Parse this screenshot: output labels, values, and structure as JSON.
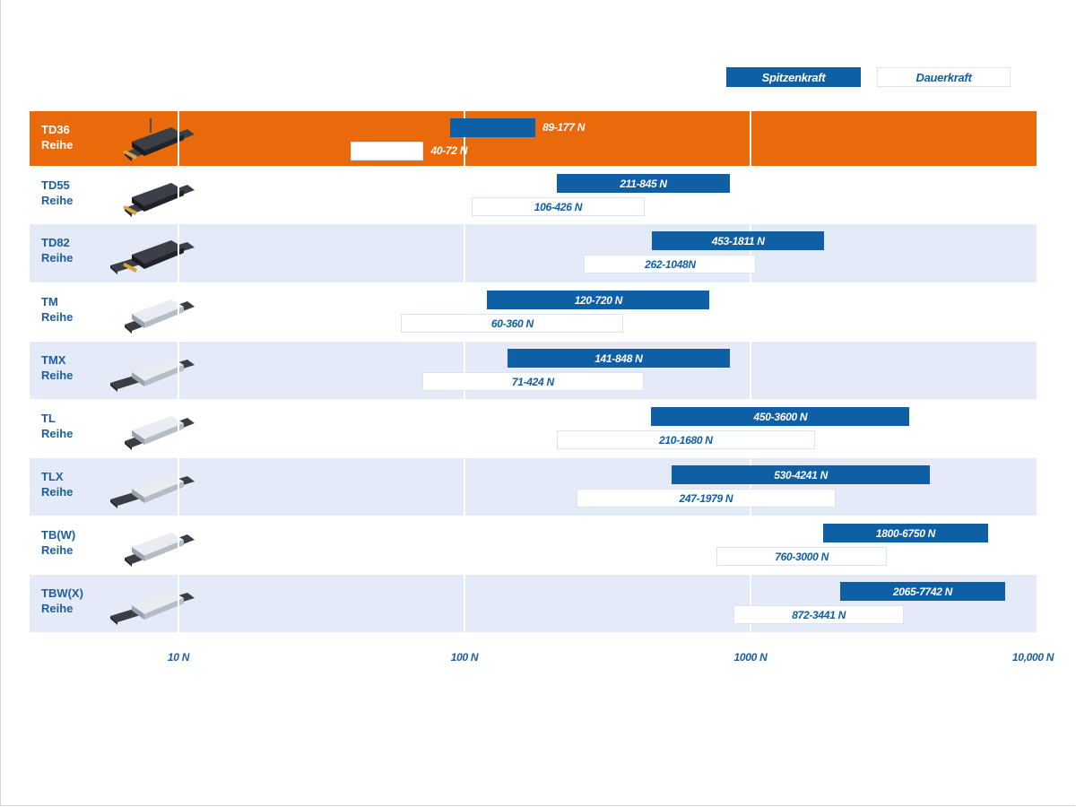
{
  "colors": {
    "peak": "#0e5fa4",
    "highlight_row": "#ea6a0b",
    "alt_row": "#e4eaf7",
    "plain_row": "#ffffff",
    "text_blue": "#1d5ea0"
  },
  "legend": {
    "peak_label": "Spitzenkraft",
    "continuous_label": "Dauerkraft"
  },
  "chart_data": {
    "type": "bar",
    "orientation": "horizontal",
    "x_scale": "log",
    "xlim": [
      10,
      10000
    ],
    "xticks": [
      "10 N",
      "100 N",
      "1000 N",
      "10,000 N"
    ],
    "grid": true,
    "legend_position": "top-right",
    "series": [
      {
        "name": "Spitzenkraft",
        "ranges": [
          [
            89,
            177
          ],
          [
            211,
            845
          ],
          [
            453,
            1811
          ],
          [
            120,
            720
          ],
          [
            141,
            848
          ],
          [
            450,
            3600
          ],
          [
            530,
            4241
          ],
          [
            1800,
            6750
          ],
          [
            2065,
            7742
          ]
        ],
        "labels": [
          "89-177 N",
          "211-845 N",
          "453-1811 N",
          "120-720 N",
          "141-848 N",
          "450-3600 N",
          "530-4241 N",
          "1800-6750 N",
          "2065-7742 N"
        ]
      },
      {
        "name": "Dauerkraft",
        "ranges": [
          [
            40,
            72
          ],
          [
            106,
            426
          ],
          [
            262,
            1048
          ],
          [
            60,
            360
          ],
          [
            71,
            424
          ],
          [
            210,
            1680
          ],
          [
            247,
            1979
          ],
          [
            760,
            3000
          ],
          [
            872,
            3441
          ]
        ],
        "labels": [
          "40-72 N",
          "106-426 N",
          "262-1048N",
          "60-360 N",
          "71-424 N",
          "210-1680 N",
          "247-1979 N",
          "760-3000 N",
          "872-3441 N"
        ]
      }
    ],
    "categories": [
      {
        "name": "TD36",
        "sub": "Reihe",
        "highlight": true
      },
      {
        "name": "TD55",
        "sub": "Reihe"
      },
      {
        "name": "TD82",
        "sub": "Reihe"
      },
      {
        "name": "TM",
        "sub": "Reihe"
      },
      {
        "name": "TMX",
        "sub": "Reihe"
      },
      {
        "name": "TL",
        "sub": "Reihe"
      },
      {
        "name": "TLX",
        "sub": "Reihe"
      },
      {
        "name": "TB(W)",
        "sub": "Reihe"
      },
      {
        "name": "TBW(X)",
        "sub": "Reihe"
      }
    ]
  }
}
